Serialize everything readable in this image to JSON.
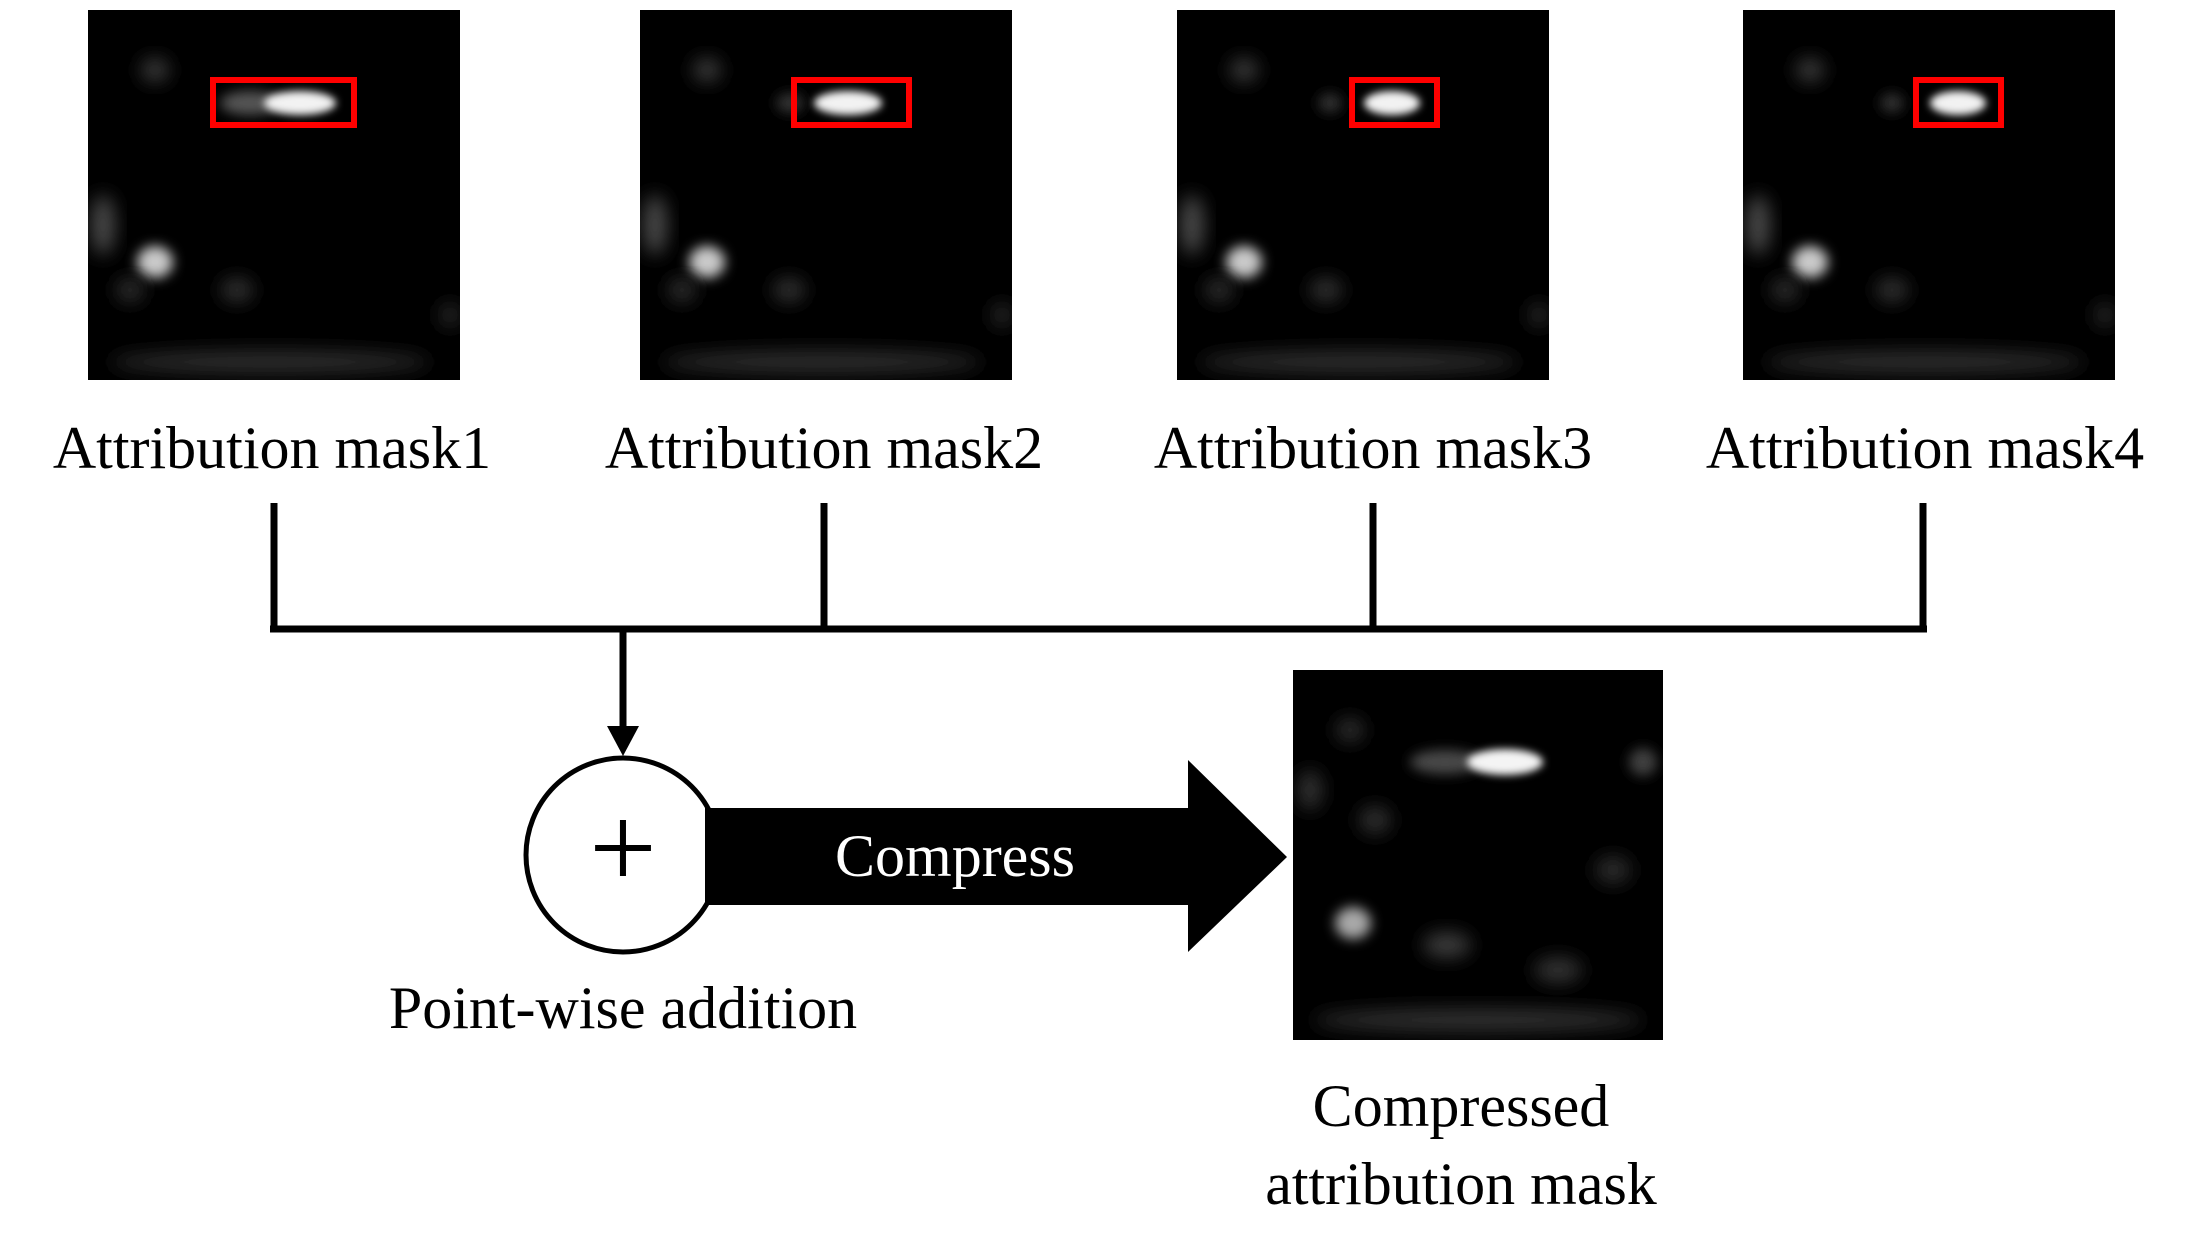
{
  "masks": [
    {
      "label": "Attribution mask1"
    },
    {
      "label": "Attribution mask2"
    },
    {
      "label": "Attribution mask3"
    },
    {
      "label": "Attribution mask4"
    }
  ],
  "operation": {
    "symbol": "+",
    "label": "Point-wise addition"
  },
  "arrow": {
    "label": "Compress"
  },
  "output": {
    "label_line1": "Compressed",
    "label_line2": "attribution mask"
  },
  "colors": {
    "background": "#ffffff",
    "lines": "#000000",
    "mask_background": "#000000",
    "highlight_box": "#ff0000",
    "arrow_text": "#ffffff"
  }
}
